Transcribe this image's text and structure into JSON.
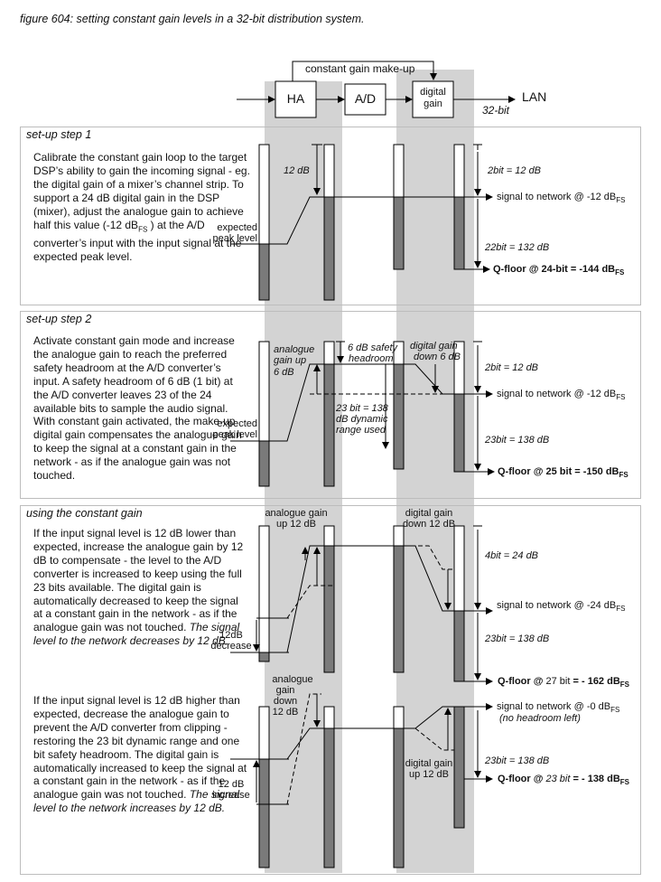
{
  "caption": "figure 604: setting constant gain levels in a 32-bit distribution system.",
  "chain": {
    "loop_label": "constant gain make-up",
    "ha": "HA",
    "ad": "A/D",
    "dg1": "digital",
    "dg2": "gain",
    "lan": "LAN",
    "bits": "32-bit"
  },
  "step1": {
    "title": "set-up step 1",
    "text": "Calibrate the constant gain loop to the target DSP’s ability to gain the incoming signal - eg. the digital gain of a mixer’s channel strip. To support a 24 dB digital gain in the DSP (mixer), adjust the analogue gain to achieve half this value (-12 dBFS ) at the A/D converter’s input with the input signal at the expected peak level.",
    "gap": "12 dB",
    "expected": "expected",
    "peak": "peak level",
    "top": "2bit = 12 dB",
    "signal": "signal to network @ -12 dB",
    "fs": "FS",
    "bottom": "22bit = 132 dB",
    "qfloor": "Q-floor @ 24-bit = -144 dB"
  },
  "step2": {
    "title": "set-up step 2",
    "text": "Activate constant gain mode and increase the analogue gain to reach the preferred safety headroom at the A/D converter’s input. A safety headroom of 6 dB (1 bit)  at the A/D converter leaves 23 of the 24 available bits to sample the audio signal. With constant gain activated, the make-up digital gain compensates the analogue gain to keep the signal at a constant gain in the network - as if the analogue gain was not touched.",
    "ana1": "analogue",
    "ana2": "gain up",
    "ana3": "6 dB",
    "safety1": "6 dB safety",
    "safety2": "headroom",
    "dyn1": "23 bit = 138",
    "dyn2": "dB dynamic",
    "dyn3": "range used",
    "dig1": "digital gain",
    "dig2": "down 6 dB",
    "expected": "expected",
    "peak": "peak level",
    "top": "2bit  = 12 dB",
    "signal": "signal to network @ -12 dB",
    "fs": "FS",
    "bottom": "23bit = 138 dB",
    "qfloor": "Q-floor @ 25 bit = -150 dB"
  },
  "step3": {
    "title": "using the constant gain",
    "text": "If the input signal level is 12 dB lower than expected, increase the analogue gain by 12 dB to compensate - the level to the A/D converter is increased to keep using the full 23 bits available. The digital gain is automatically decreased to keep the signal at a constant gain in the network - as if the analogue gain was not touched.",
    "text_italic": "The signal level to the network decreases by 12 dB.",
    "ana1": "analogue gain",
    "ana2": "up 12 dB",
    "dig1": "digital gain",
    "dig2": "down 12 dB",
    "dec1": "12dB",
    "dec2": "decrease",
    "top": "4bit  = 24 dB",
    "signal": "signal to network @ -24 dB",
    "fs": "FS",
    "bottom": "23bit = 138 dB",
    "qfloor_a": "Q-floor @",
    "qfloor_b": "27 bit",
    "qfloor_c": "= - 162 dB",
    "text2": "If the input signal level is 12 dB higher than expected, decrease the analogue gain to prevent the A/D converter from clipping - restoring the 23 bit dynamic range and one bit safety headroom. The digital gain is automatically increased to keep the signal at a constant gain in the network - as if the analogue gain was not touched.",
    "text2_italic": "The signal level to the network increases by 12 dB.",
    "ana3": "analogue",
    "ana4": "gain",
    "ana5": "down",
    "ana6": "12 dB",
    "dig3": "digital gain",
    "dig4": "up 12 dB",
    "inc1": "12 dB",
    "inc2": "increase",
    "signal2": "signal to network @ -0 dB",
    "fs2": "FS",
    "nohead": "(no headroom left)",
    "bottom2": "23bit = 138 dB",
    "qfloor2_a": "Q-floor @",
    "qfloor2_b": "23 bit",
    "qfloor2_c": "= - 138 dB"
  },
  "colors": {
    "shade": "#d3d3d3",
    "bar_dark": "#7a7a7a",
    "panel_border": "#bdbdbd"
  }
}
